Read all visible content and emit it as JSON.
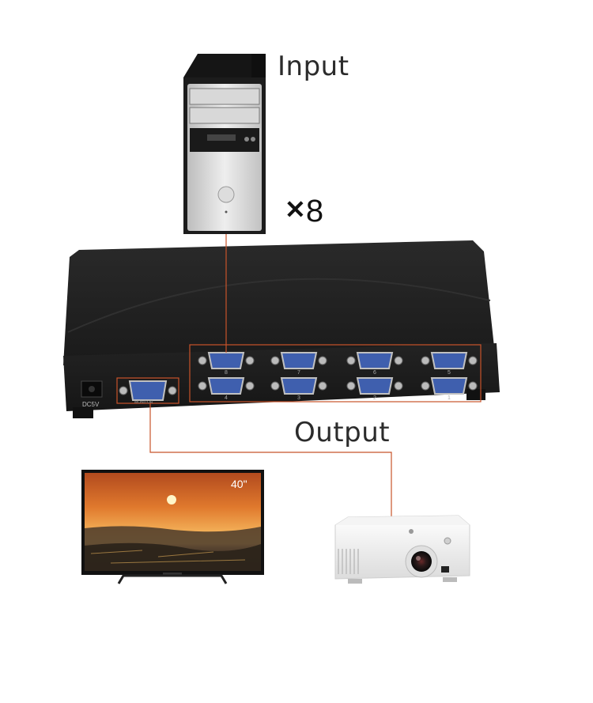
{
  "labels": {
    "input": "Input",
    "multiplier": "×8",
    "output": "Output"
  },
  "device": {
    "power_label": "DC5V",
    "output_port_label": "MONITOR",
    "input_ports": [
      "1",
      "2",
      "3",
      "4",
      "5",
      "6",
      "7",
      "8"
    ]
  },
  "tv": {
    "size_label": "40\""
  },
  "colors": {
    "connector_line": "#c8532a",
    "port_blue": "#3f5fae",
    "chassis": "#1e1e1e"
  }
}
